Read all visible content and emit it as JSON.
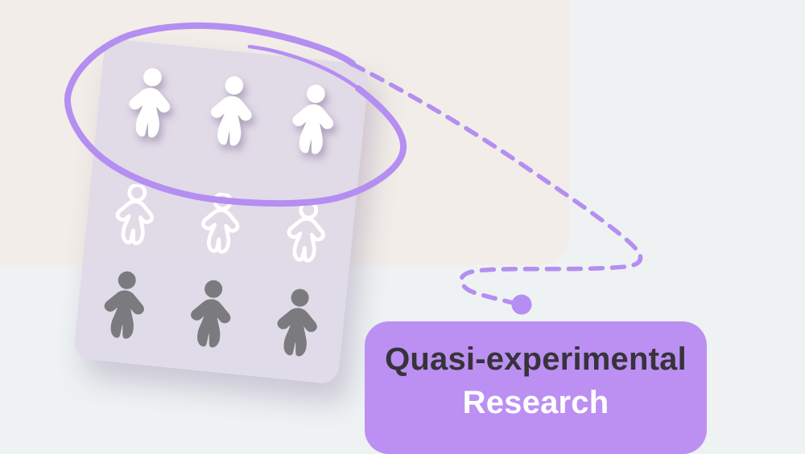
{
  "illustration": {
    "label": {
      "line1": "Quasi-experimental",
      "line2": "Research"
    },
    "colors": {
      "background": "#eef2f3",
      "panel": "#f2ede8",
      "card": "rgba(222,215,230,0.88)",
      "accent": "#b48ef1",
      "label_box": "#bb90f2",
      "label_line1": "#37333a",
      "label_line2": "#ffffff",
      "person_white": "#ffffff",
      "person_gray": "#7b7a7e"
    },
    "card_rows": [
      {
        "style": "filled-white",
        "icon": "person-icon",
        "count": 3
      },
      {
        "style": "outline-white",
        "icon": "person-icon",
        "count": 3
      },
      {
        "style": "filled-gray",
        "icon": "person-icon",
        "count": 3
      }
    ],
    "annotation": {
      "selection_shape": "lasso-ellipse",
      "connector_shape": "dashed-curve",
      "connector_end": "dot"
    }
  }
}
